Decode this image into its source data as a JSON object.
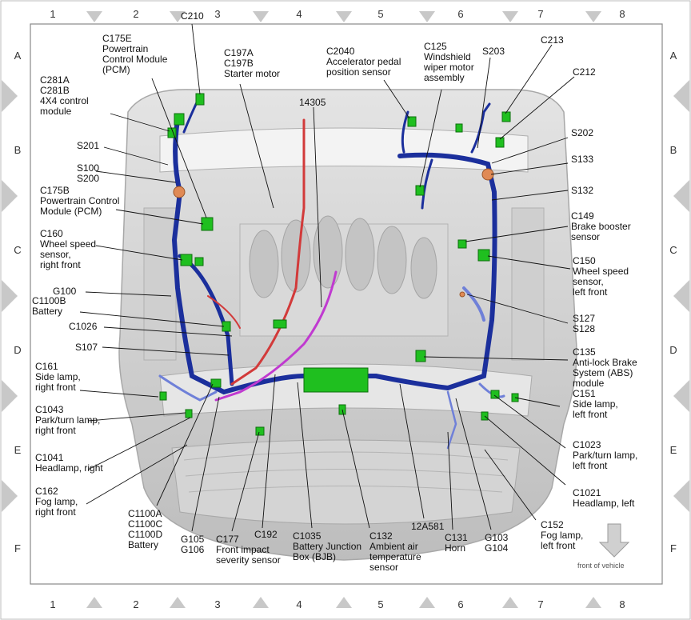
{
  "grid": {
    "cols": [
      "1",
      "2",
      "3",
      "4",
      "5",
      "6",
      "7",
      "8"
    ],
    "rows": [
      "A",
      "B",
      "C",
      "D",
      "E",
      "F"
    ]
  },
  "footer_note": "front of vehicle",
  "colors": {
    "harness_blue": "#1b2f9c",
    "harness_light_blue": "#6f80d8",
    "connector_green": "#1fbf1f",
    "harness_red": "#d23a3a",
    "harness_magenta": "#c03ad0",
    "splice_orange": "#e08a55",
    "body_gray": "#c9c9c9"
  },
  "labels": {
    "c175e": [
      "C175E",
      "Powertrain",
      "Control Module",
      "(PCM)"
    ],
    "c210": [
      "C210"
    ],
    "c197": [
      "C197A",
      "C197B",
      "Starter motor"
    ],
    "c2040": [
      "C2040",
      "Accelerator pedal",
      "position sensor"
    ],
    "c125": [
      "C125",
      "Windshield",
      "wiper motor",
      "assembly"
    ],
    "s203": [
      "S203"
    ],
    "c213": [
      "C213"
    ],
    "c212": [
      "C212"
    ],
    "c281": [
      "C281A",
      "C281B",
      "4X4 control",
      "module"
    ],
    "n14305": [
      "14305"
    ],
    "s201": [
      "S201"
    ],
    "s100": [
      "S100",
      "S200"
    ],
    "c175b": [
      "C175B",
      "Powertrain Control",
      "Module (PCM)"
    ],
    "s202": [
      "S202"
    ],
    "s133": [
      "S133"
    ],
    "s132": [
      "S132"
    ],
    "c149": [
      "C149",
      "Brake booster",
      "sensor"
    ],
    "c160": [
      "C160",
      "Wheel speed",
      "sensor,",
      "right front"
    ],
    "c150": [
      "C150",
      "Wheel speed",
      "sensor,",
      "left front"
    ],
    "g100": [
      "G100"
    ],
    "c1100b": [
      "C1100B",
      "Battery"
    ],
    "s127": [
      "S127",
      "S128"
    ],
    "c1026": [
      "C1026"
    ],
    "s107": [
      "S107"
    ],
    "c135": [
      "C135",
      "Anti-lock Brake",
      "System (ABS)",
      "module"
    ],
    "c161": [
      "C161",
      "Side lamp,",
      "right front"
    ],
    "c151": [
      "C151",
      "Side lamp,",
      "left front"
    ],
    "c1043": [
      "C1043",
      "Park/turn lamp,",
      "right front"
    ],
    "c1023": [
      "C1023",
      "Park/turn lamp,",
      "left front"
    ],
    "c1041": [
      "C1041",
      "Headlamp, right"
    ],
    "c1021": [
      "C1021",
      "Headlamp, left"
    ],
    "c162": [
      "C162",
      "Fog lamp,",
      "right front"
    ],
    "c152": [
      "C152",
      "Fog lamp,",
      "left front"
    ],
    "c1100a": [
      "C1100A",
      "C1100C",
      "C1100D",
      "Battery"
    ],
    "g105": [
      "G105",
      "G106"
    ],
    "c177": [
      "C177",
      "Front impact",
      "severity sensor"
    ],
    "c192": [
      "C192"
    ],
    "c1035": [
      "C1035",
      "Battery Junction",
      "Box (BJB)"
    ],
    "c132": [
      "C132",
      "Ambient air",
      "temperature",
      "sensor"
    ],
    "n12a581": [
      "12A581"
    ],
    "c131": [
      "C131",
      "Horn"
    ],
    "g103": [
      "G103",
      "G104"
    ]
  }
}
